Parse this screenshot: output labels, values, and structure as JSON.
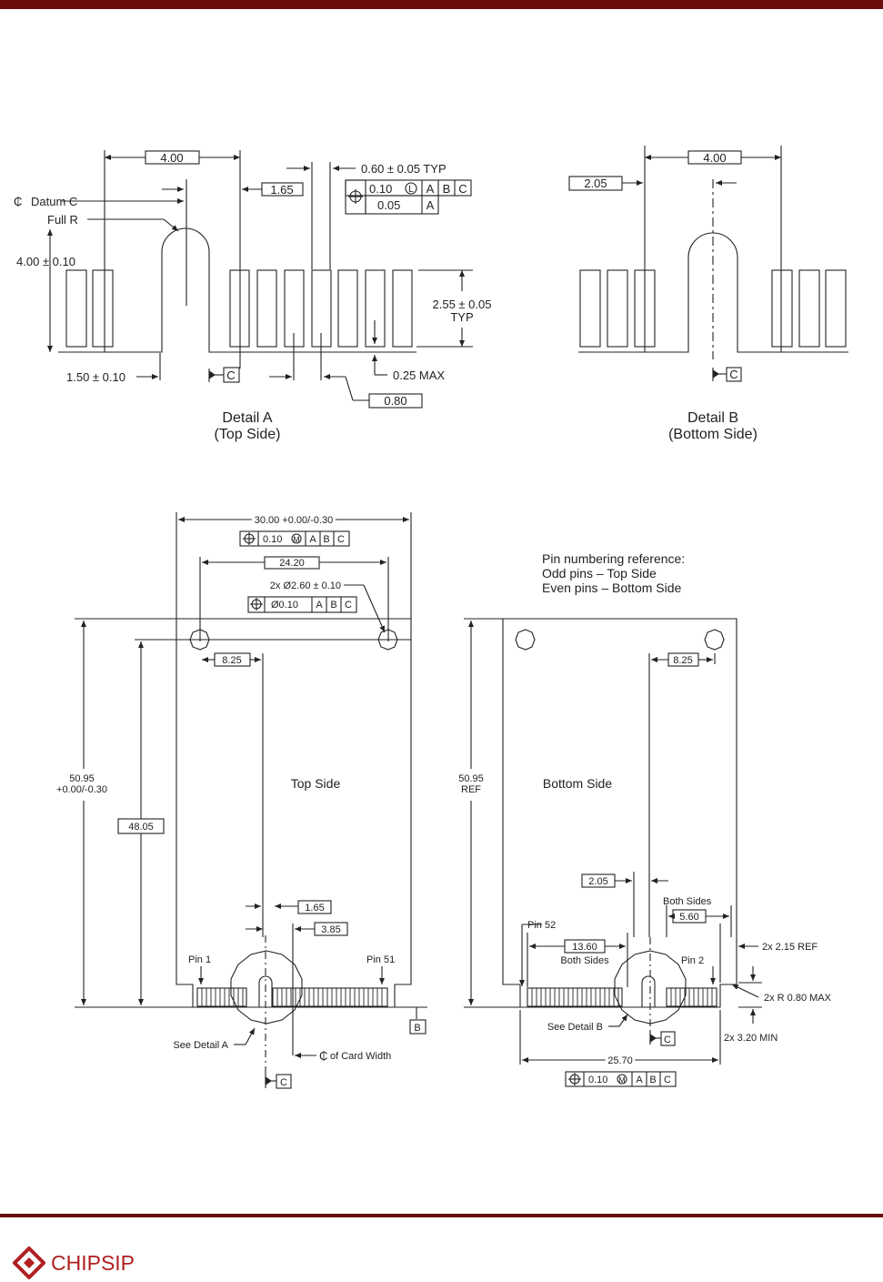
{
  "logo": {
    "name": "CHIPSIP",
    "color": "#b02020"
  },
  "colors": {
    "bar": "#6b0d0d",
    "line": "#222222"
  },
  "detail_a": {
    "dim_400": "4.00",
    "datum_c": "Datum C",
    "full_r": "Full R",
    "height": "4.00 ± 0.10",
    "dim_165": "1.65",
    "pad_width": "0.60 ± 0.05 TYP",
    "fcf_tol1": "0.10",
    "fcf_l": "L",
    "fcf_a": "A",
    "fcf_b": "B",
    "fcf_c": "C",
    "fcf_tol2": "0.05",
    "fcf_a2": "A",
    "pad_h1": "2.55 ± 0.05",
    "pad_h2": "TYP",
    "dim_150": "1.50 ± 0.10",
    "datum_ref": "C",
    "max025": "0.25 MAX",
    "pitch": "0.80",
    "title1": "Detail A",
    "title2": "(Top Side)"
  },
  "detail_b": {
    "dim_205": "2.05",
    "dim_400": "4.00",
    "datum_ref": "C",
    "title1": "Detail B",
    "title2": "(Bottom Side)"
  },
  "top_side": {
    "width": "30.00 +0.00/-0.30",
    "fcf1_tol": "0.10",
    "fcf1_m": "M",
    "a": "A",
    "b": "B",
    "c": "C",
    "hole_spacing": "24.20",
    "hole_dia": "2x Ø2.60 ± 0.10",
    "fcf2_tol": "Ø0.10",
    "dim_825": "8.25",
    "height1": "50.95",
    "height2": "+0.00/-0.30",
    "dim_4805": "48.05",
    "label": "Top Side",
    "dim_165": "1.65",
    "dim_385": "3.85",
    "pin1": "Pin 1",
    "pin51": "Pin 51",
    "datum_b": "B",
    "see_detail": "See Detail A",
    "centerline": "of Card Width",
    "datum_c": "C"
  },
  "bottom_side": {
    "pin_ref1": "Pin numbering reference:",
    "pin_ref2": "Odd pins – Top Side",
    "pin_ref3": "Even pins  – Bottom Side",
    "height1": "50.95",
    "height2": "REF",
    "dim_825": "8.25",
    "label": "Bottom Side",
    "dim_205": "2.05",
    "both_sides": "Both Sides",
    "dim_560": "5.60",
    "pin52": "Pin 52",
    "dim_1360": "13.60",
    "both_sides2": "Both Sides",
    "pin2": "Pin 2",
    "ref215": "2x 2.15 REF",
    "r080": "2x R 0.80 MAX",
    "see_detail": "See Detail B",
    "datum_c": "C",
    "min320": "2x 3.20 MIN",
    "dim_2570": "25.70",
    "fcf_tol": "0.10",
    "fcf_m": "M",
    "a": "A",
    "b": "B",
    "c": "C"
  }
}
